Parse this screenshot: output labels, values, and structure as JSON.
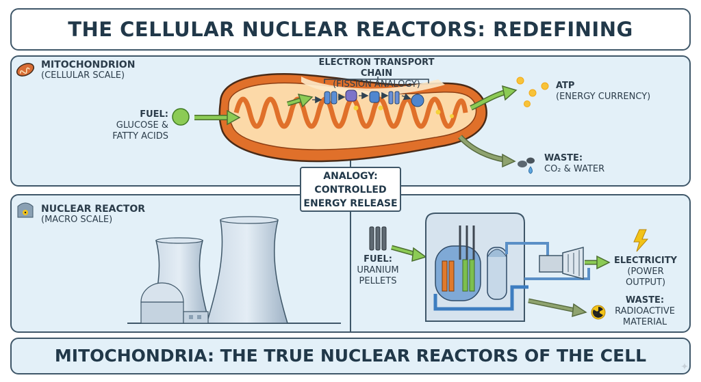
{
  "header": {
    "title": "THE CELLULAR NUCLEAR REACTORS: REDEFINING MITOCHONDRIA"
  },
  "mitochondrion": {
    "title": "MITOCHONDRION",
    "scale": "(CELLULAR SCALE)",
    "etc_title": "ELECTRON TRANSPORT CHAIN",
    "etc_sub": "(FISSION ANALOGY)",
    "fuel_title": "FUEL:",
    "fuel_line1": "GLUCOSE &",
    "fuel_line2": "FATTY ACIDS",
    "atp_title": "ATP",
    "atp_sub": "(ENERGY CURRENCY)",
    "waste_title": "WASTE:",
    "waste_sub": "CO₂ & WATER"
  },
  "analogy": {
    "line1": "ANALOGY:",
    "line2": "CONTROLLED",
    "line3": "ENERGY RELEASE"
  },
  "reactor": {
    "title": "NUCLEAR REACTOR",
    "scale": "(MACRO SCALE)",
    "fuel_title": "FUEL:",
    "fuel_line1": "URANIUM",
    "fuel_line2": "PELLETS",
    "electricity_title": "ELECTRICITY",
    "electricity_sub": "(POWER OUTPUT)",
    "waste_title": "WASTE:",
    "waste_line1": "RADIOACTIVE",
    "waste_line2": "MATERIAL"
  },
  "footer": {
    "title": "MITOCHONDRIA: THE TRUE NUCLEAR REACTORS OF THE CELL"
  },
  "colors": {
    "panel_bg": "#e3f0f8",
    "border": "#3e5668",
    "mito_outer": "#e0702a",
    "mito_inner": "#fcd9a8",
    "arrow_green": "#7cbf4e",
    "tower": "#b8c9d8"
  },
  "icons": [
    "mitochondrion-icon",
    "reactor-icon",
    "fuel-sphere-icon",
    "atp-orbs-icon",
    "waste-rocks-icon",
    "water-drop-icon",
    "lightning-icon",
    "radiation-icon",
    "sparkle-icon"
  ]
}
